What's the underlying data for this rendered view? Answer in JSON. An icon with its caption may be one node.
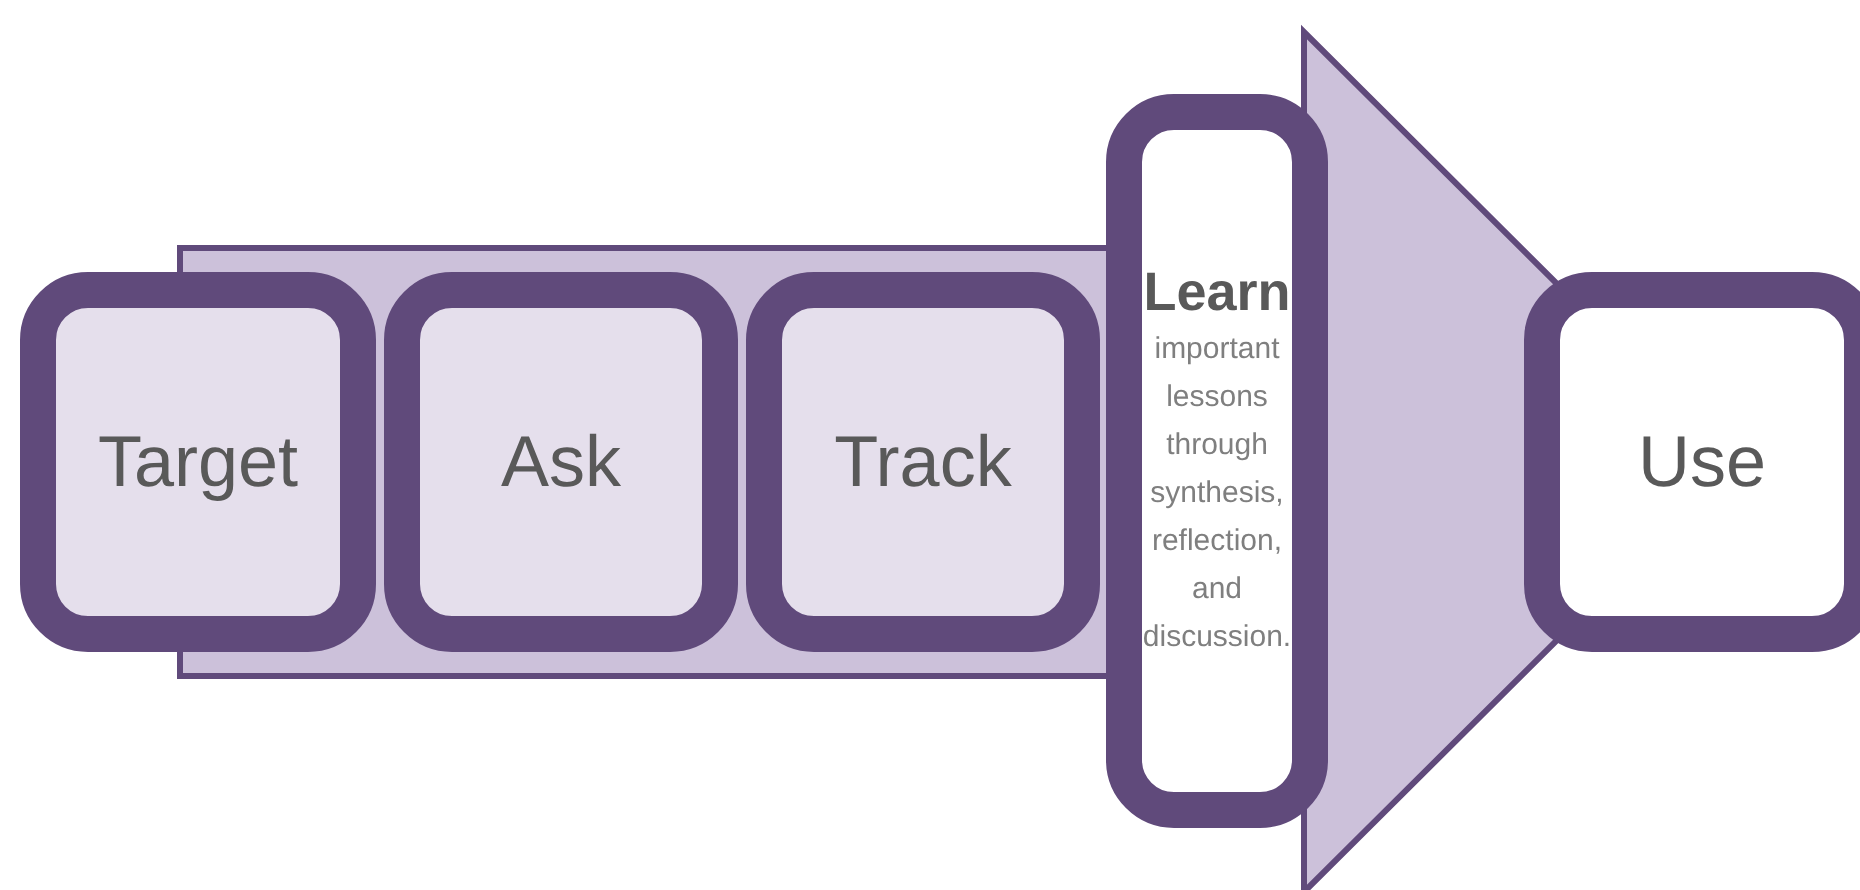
{
  "diagram": {
    "nodes": [
      {
        "text": [
          "Target"
        ]
      },
      {
        "text": [
          "Ask"
        ]
      },
      {
        "text": [
          "Track"
        ]
      },
      {
        "text": [
          "Learn",
          "important lessons through synthesis, reflection, and discussion."
        ]
      },
      {
        "text": [
          "Use"
        ]
      }
    ],
    "edges": [
      {
        "from": 0,
        "to": 4,
        "arrow": "to",
        "style": "thick"
      }
    ]
  }
}
